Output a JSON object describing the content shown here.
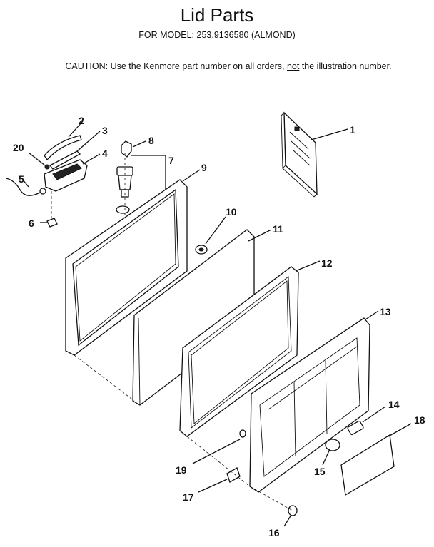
{
  "header": {
    "title": "Lid Parts",
    "model": "FOR MODEL: 253.9136580 (ALMOND)",
    "caution_prefix": "CAUTION:  Use the Kenmore part number on all orders, ",
    "caution_emph": "not",
    "caution_suffix": " the illustration number."
  },
  "callouts": {
    "c1": "1",
    "c2": "2",
    "c3": "3",
    "c4": "4",
    "c5": "5",
    "c6": "6",
    "c7": "7",
    "c8": "8",
    "c9": "9",
    "c10": "10",
    "c11": "11",
    "c12": "12",
    "c13": "13",
    "c14": "14",
    "c15": "15",
    "c16": "16",
    "c17": "17",
    "c18": "18",
    "c19": "19",
    "c20": "20"
  }
}
